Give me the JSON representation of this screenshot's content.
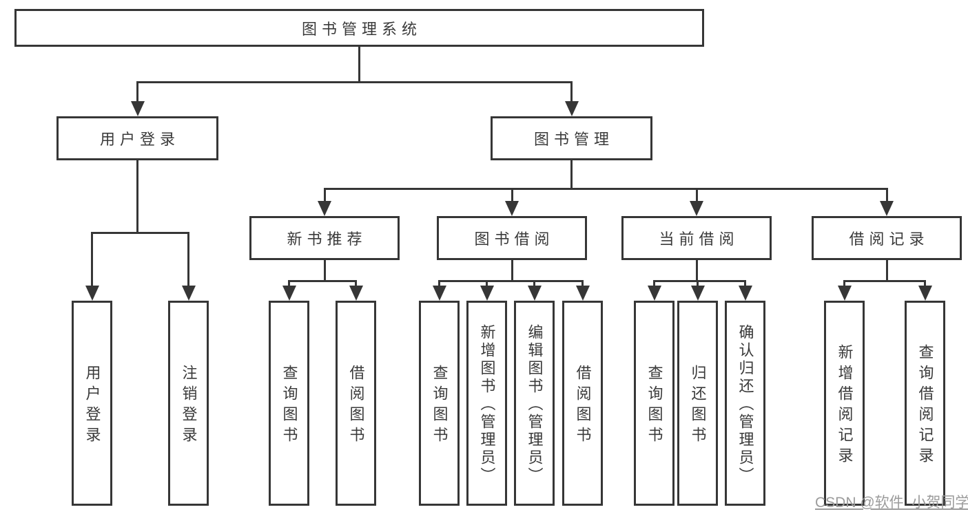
{
  "tree": {
    "root": {
      "label": "图书管理系统"
    },
    "branches": [
      {
        "label": "用户登录",
        "children": [
          {
            "label": "用户登录"
          },
          {
            "label": "注销登录"
          }
        ]
      },
      {
        "label": "图书管理",
        "children": [
          {
            "label": "新书推荐",
            "children": [
              {
                "label": "查询图书"
              },
              {
                "label": "借阅图书"
              }
            ]
          },
          {
            "label": "图书借阅",
            "children": [
              {
                "label": "查询图书"
              },
              {
                "label": "新增图书（管理员）"
              },
              {
                "label": "编辑图书（管理员）"
              },
              {
                "label": "借阅图书"
              }
            ]
          },
          {
            "label": "当前借阅",
            "children": [
              {
                "label": "查询图书"
              },
              {
                "label": "归还图书"
              },
              {
                "label": "确认归还（管理员）"
              }
            ]
          },
          {
            "label": "借阅记录",
            "children": [
              {
                "label": "新增借阅记录"
              },
              {
                "label": "查询借阅记录"
              }
            ]
          }
        ]
      }
    ]
  },
  "watermark": {
    "text": "CSDN @软件_小贺同学"
  },
  "colors": {
    "line": "#363636",
    "text": "#3a3a3a",
    "bg": "#ffffff",
    "wm": "#9b9b9b"
  }
}
